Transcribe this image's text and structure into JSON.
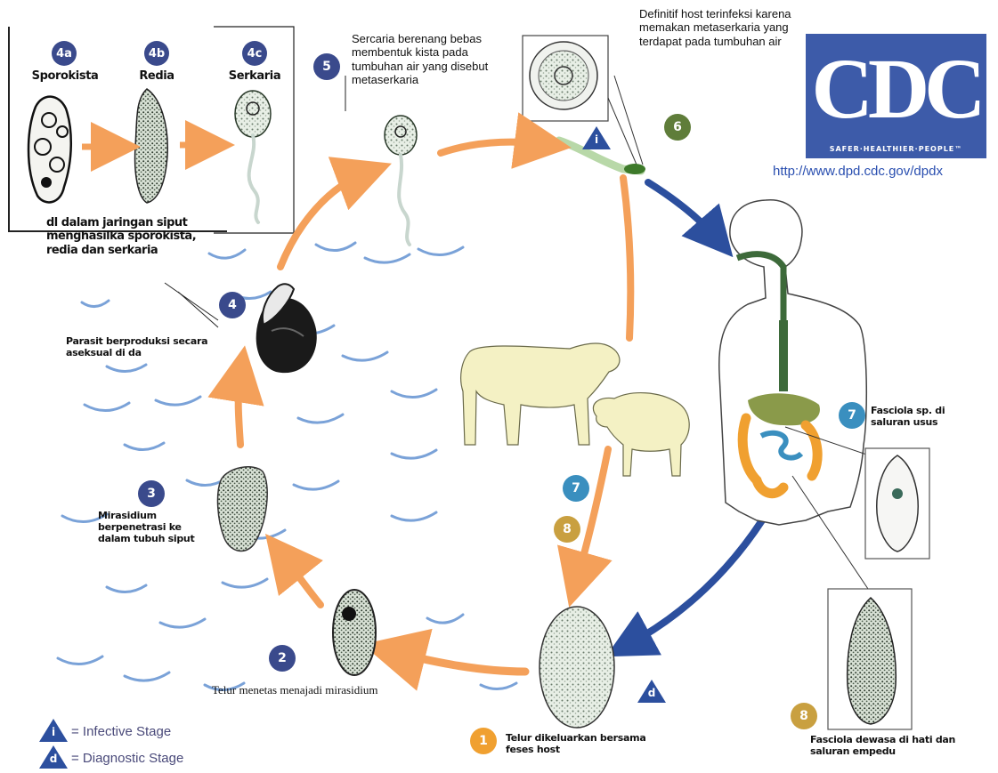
{
  "stages": {
    "s4a": {
      "badge": "4a",
      "label": "Sporokista"
    },
    "s4b": {
      "badge": "4b",
      "label": "Redia"
    },
    "s4c": {
      "badge": "4c",
      "label": "Serkaria"
    }
  },
  "annotations": {
    "snail_tissue": "dl dalam jaringan siput menghasilka sporokista, redia dan serkaria",
    "asexual": "Parasit berproduksi secara aseksual di da",
    "step5": "Sercaria berenang bebas membentuk kista pada tumbuhan air yang disebut metaserkaria",
    "step6": "Definitif host terinfeksi karena memakan metaserkaria yang terdapat pada tumbuhan air",
    "step3": "Mirasidium berpenetrasi ke dalam tubuh siput",
    "step2": "Telur menetas menajadi mirasidium",
    "step1": "Telur dikeluarkan bersama feses host",
    "step7": "Fasciola sp. di saluran usus",
    "step8": "Fasciola dewasa di hati dan saluran empedu"
  },
  "badges": {
    "b1": "1",
    "b2": "2",
    "b3": "3",
    "b4": "4",
    "b5": "5",
    "b6": "6",
    "b7_left": "7",
    "b8_left": "8",
    "b7_right": "7",
    "b8_right": "8"
  },
  "markers": {
    "infective": "i",
    "diagnostic": "d"
  },
  "legend": {
    "infective": "= Infective Stage",
    "diagnostic": "= Diagnostic Stage"
  },
  "logo": {
    "letters": "CDC",
    "tagline": "SAFER·HEALTHIER·PEOPLE™",
    "url": "http://www.dpd.cdc.gov/dpdx"
  },
  "colors": {
    "badge_navy": "#3a4a8c",
    "badge_green": "#5f7d3a",
    "badge_orange": "#f0a030",
    "badge_teal": "#3a8fbf",
    "badge_gold": "#c9a040",
    "arrow_orange": "#f4a05a",
    "arrow_blue": "#2c4f9e",
    "water_blue": "#7aa2d8",
    "cdc_blue": "#3d5ba9"
  }
}
